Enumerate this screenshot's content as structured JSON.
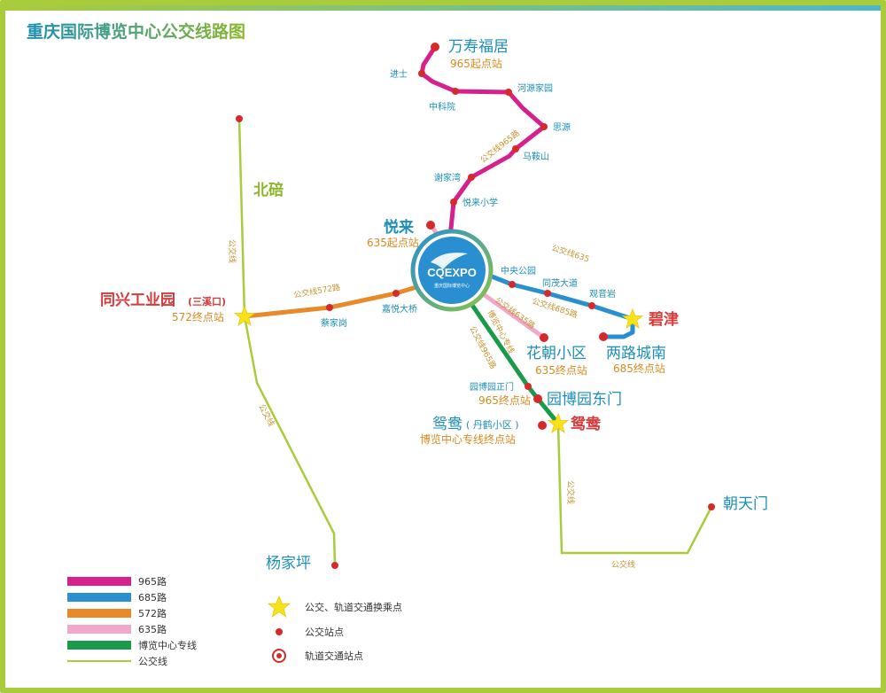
{
  "title": "重庆国际博览中心公交线路图",
  "hub": {
    "logo": "CQEXPO",
    "subtitle": "重庆国际博览中心"
  },
  "places": {
    "wanshoufuju": "万寿福居",
    "wanshoufuju_note": "965起点站",
    "jinshi": "进士",
    "zhongkeyuan": "中科院",
    "heyuanjiayuan": "河源家园",
    "siyuan": "思源",
    "maanshan": "马鞍山",
    "xiejiawan": "谢家湾",
    "yuelai_school": "悦来小学",
    "yuelai": "悦来",
    "yuelai_note": "635起点站",
    "beibei": "北碚",
    "tongxing": "同兴工业园",
    "tongxing_sub": "(三溪口)",
    "tongxing_note": "572终点站",
    "caijiagang": "蔡家岗",
    "jiayuedaqiao": "嘉悦大桥",
    "zhongyanggongyuan": "中央公园",
    "tongmaodadao": "同茂大道",
    "guanyinyan": "观音岩",
    "bijin": "碧津",
    "lianglu": "两路城南",
    "lianglu_note": "685终点站",
    "huachao": "花朝小区",
    "huachao_note": "635终点站",
    "yuanboyuan_zhengmen": "园博园正门",
    "yuanboyuan_dongmen": "园博园东门",
    "yuanboyuan_note": "965终点站",
    "yuanyang_a": "鸳鸯",
    "yuanyang_b": "鸳鸯",
    "yuanyang_sub": "( 丹鹤小区 )",
    "yuanyang_note": "博览中心专线终点站",
    "chaotianmen": "朝天门",
    "yangjiaping": "杨家坪"
  },
  "route_labels": {
    "r965": "公交线965路",
    "r635": "公交线635",
    "r685": "公交线685路",
    "r572": "公交线572路",
    "r635b": "公交线635路",
    "special": "博览中心专线",
    "r965b": "公交线965路",
    "bus_north": "公交线",
    "bus_south": "公交线",
    "bus_east_v": "公交线",
    "bus_east_h": "公交线"
  },
  "legend": [
    {
      "label": "965路",
      "color": "#d6208c"
    },
    {
      "label": "685路",
      "color": "#2a8fd0"
    },
    {
      "label": "572路",
      "color": "#e8892a"
    },
    {
      "label": "635路",
      "color": "#f2a9c9"
    },
    {
      "label": "博览中心专线",
      "color": "#1a9b4b"
    },
    {
      "label": "公交线",
      "color": "#a9cc3c"
    }
  ],
  "legend_symbols": [
    {
      "label": "公交、轨道交通换乘点",
      "icon": "star-icon"
    },
    {
      "label": "公交站点",
      "icon": "bus-stop-icon"
    },
    {
      "label": "轨道交通站点",
      "icon": "rail-stop-icon"
    }
  ],
  "colors": {
    "r965": "#d6208c",
    "r685": "#2a8fd0",
    "r572": "#e8892a",
    "r635": "#f2a9c9",
    "special": "#1a9b4b",
    "bus": "#a9cc3c",
    "stop": "#d62a2a",
    "star": "#f7e21b"
  }
}
